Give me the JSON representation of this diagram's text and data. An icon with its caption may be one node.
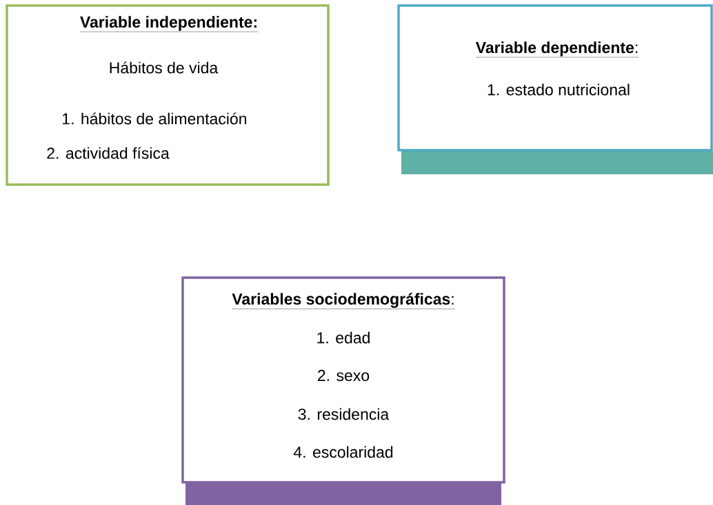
{
  "diagram": {
    "nodes": [
      {
        "text": [
          "Variable independiente:",
          "Hábitos de vida",
          "1.   hábitos de alimentación",
          "2.   actividad física"
        ]
      },
      {
        "text": [
          "**Variable dependiente**:",
          "1. estado nutricional"
        ]
      },
      {
        "text": [
          "**Variables sociodemográficas**:",
          "1. edad",
          "2. sexo",
          "3. residencia",
          "4. escolaridad"
        ]
      }
    ]
  }
}
